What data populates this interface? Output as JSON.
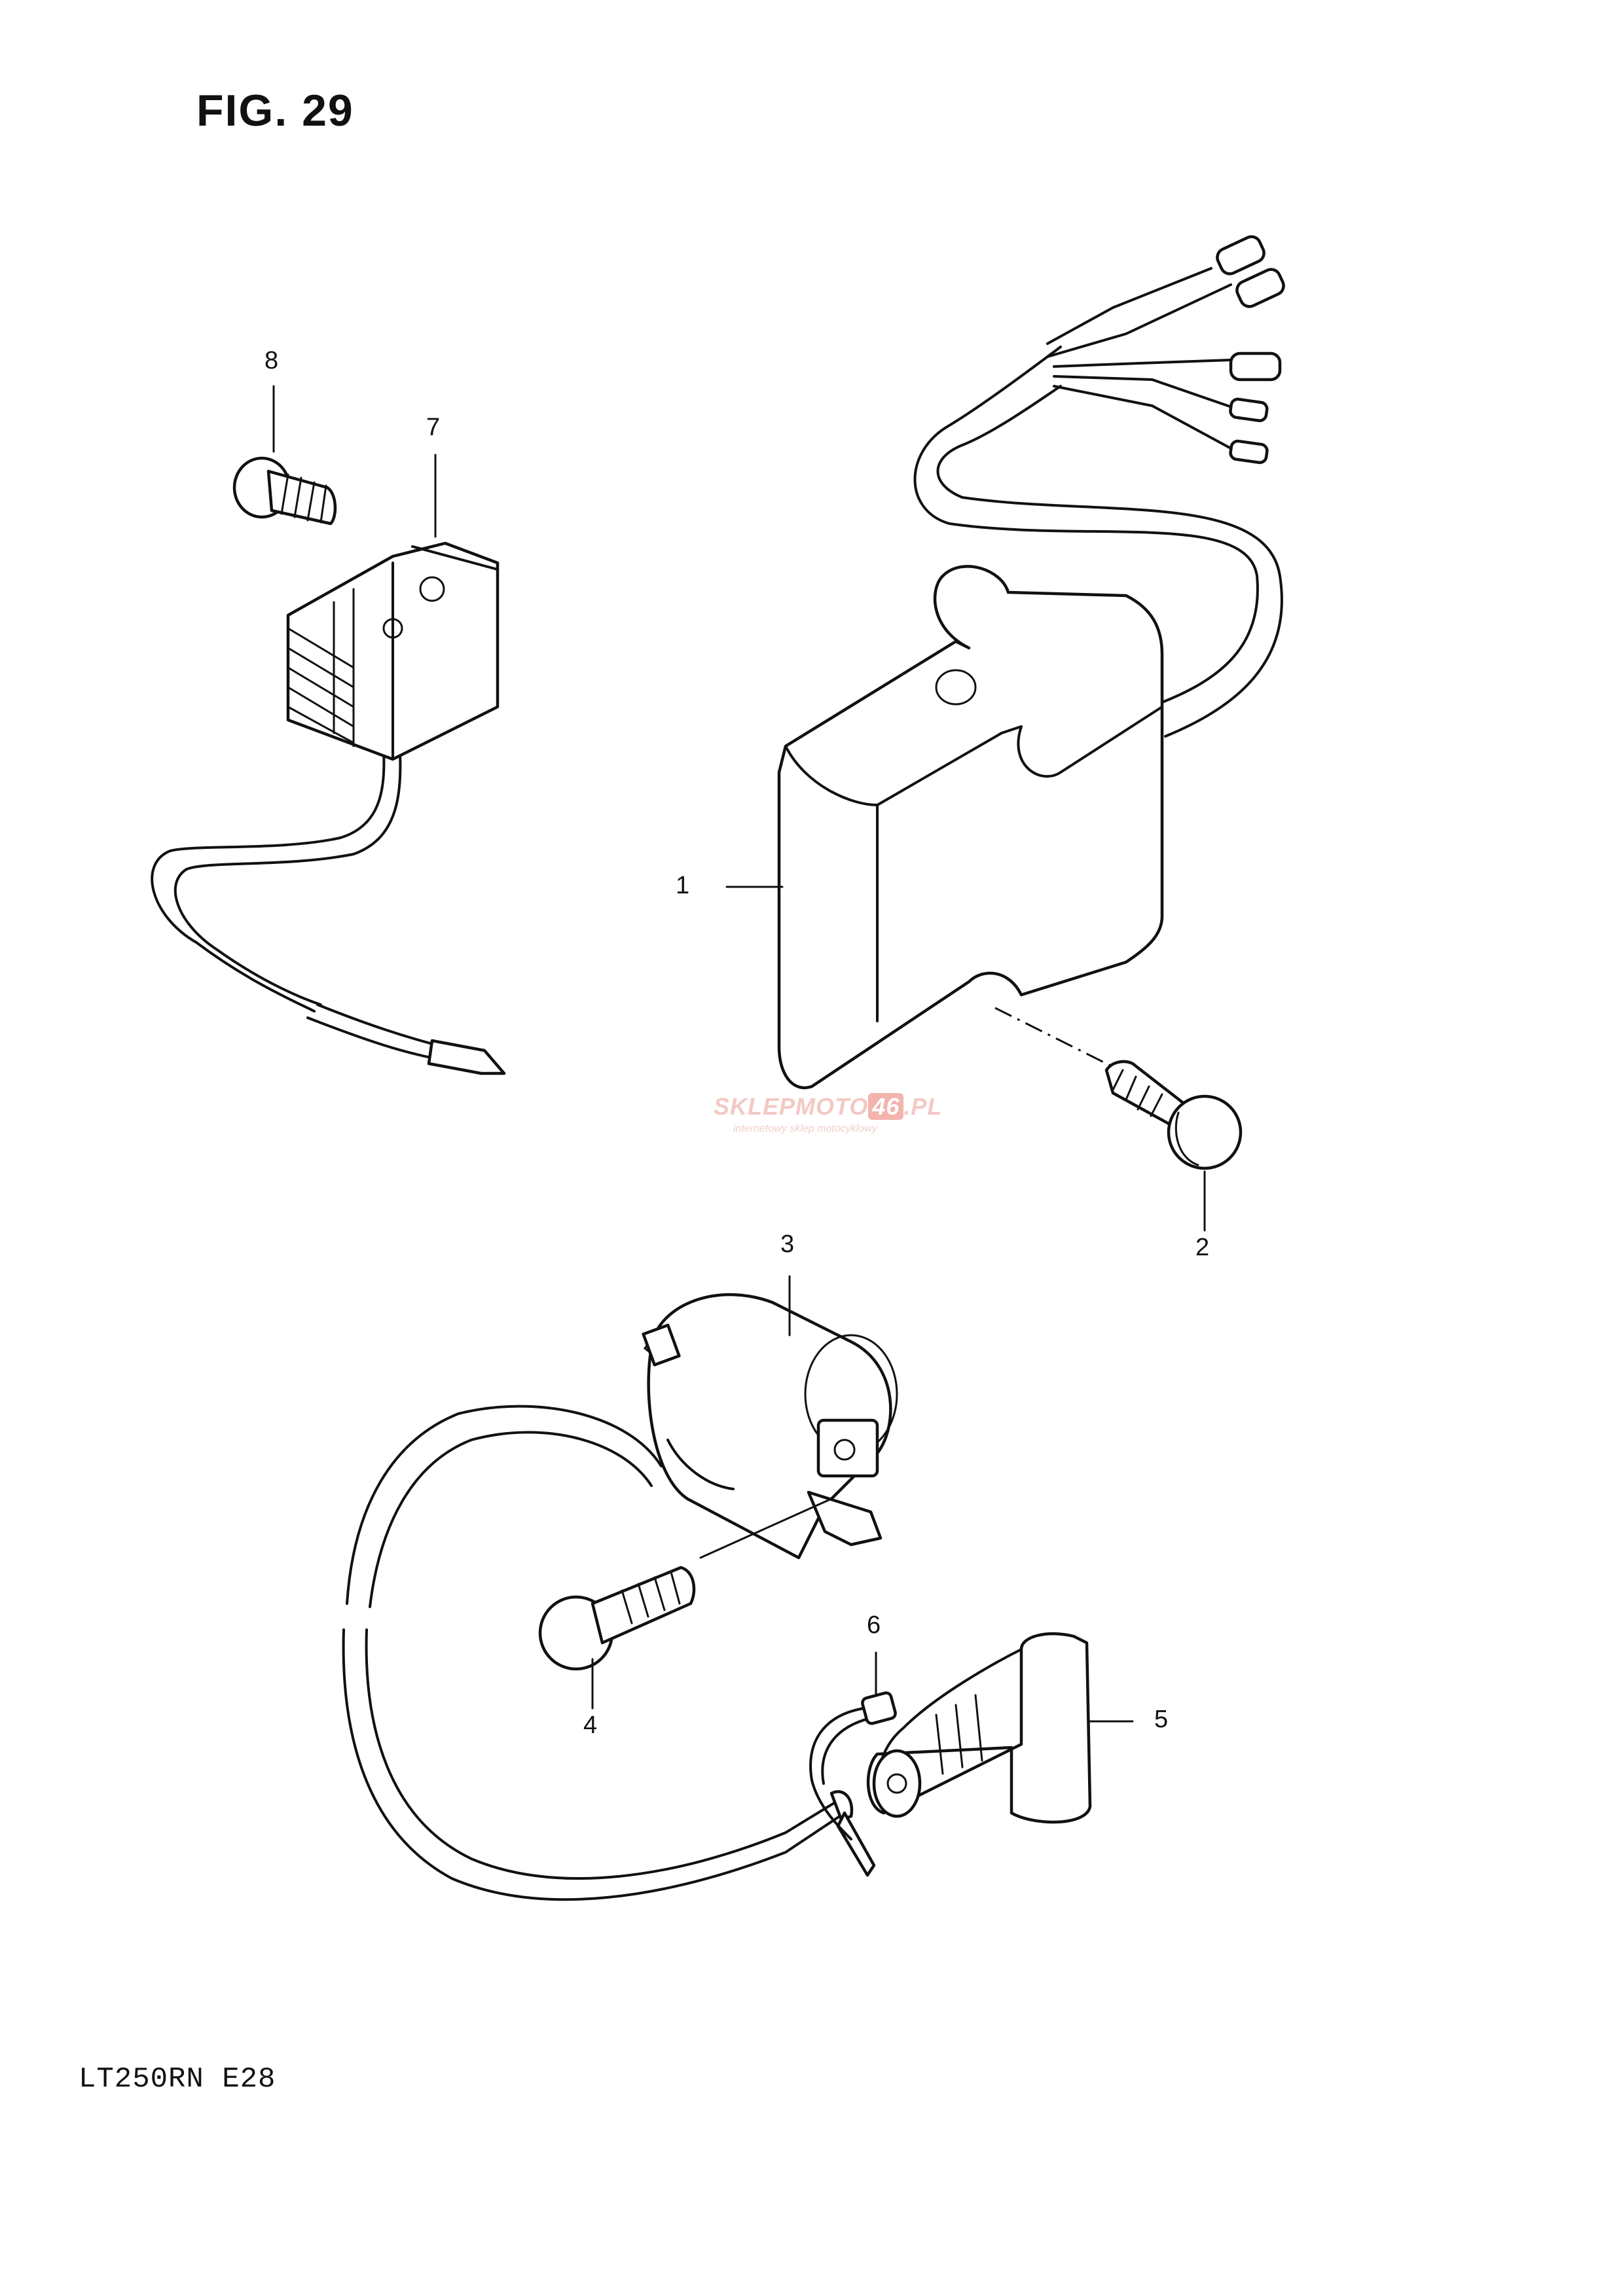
{
  "figure": {
    "title": "FIG. 29",
    "model_code": "LT250RN  E28"
  },
  "callouts": [
    {
      "id": "1",
      "label": "1",
      "part": "ignitor-unit"
    },
    {
      "id": "2",
      "label": "2",
      "part": "ignitor-bolt"
    },
    {
      "id": "3",
      "label": "3",
      "part": "ignition-coil"
    },
    {
      "id": "4",
      "label": "4",
      "part": "coil-bolt"
    },
    {
      "id": "5",
      "label": "5",
      "part": "spark-plug-cap"
    },
    {
      "id": "6",
      "label": "6",
      "part": "wire-clamp"
    },
    {
      "id": "7",
      "label": "7",
      "part": "regulator-rectifier"
    },
    {
      "id": "8",
      "label": "8",
      "part": "regulator-bolt"
    }
  ],
  "watermark": {
    "text_prefix": "SKLEPMOTO",
    "text_number": "46",
    "text_suffix": ".PL",
    "tagline": "internetowy sklep motocyklowy",
    "color": "#f2b4ad"
  }
}
